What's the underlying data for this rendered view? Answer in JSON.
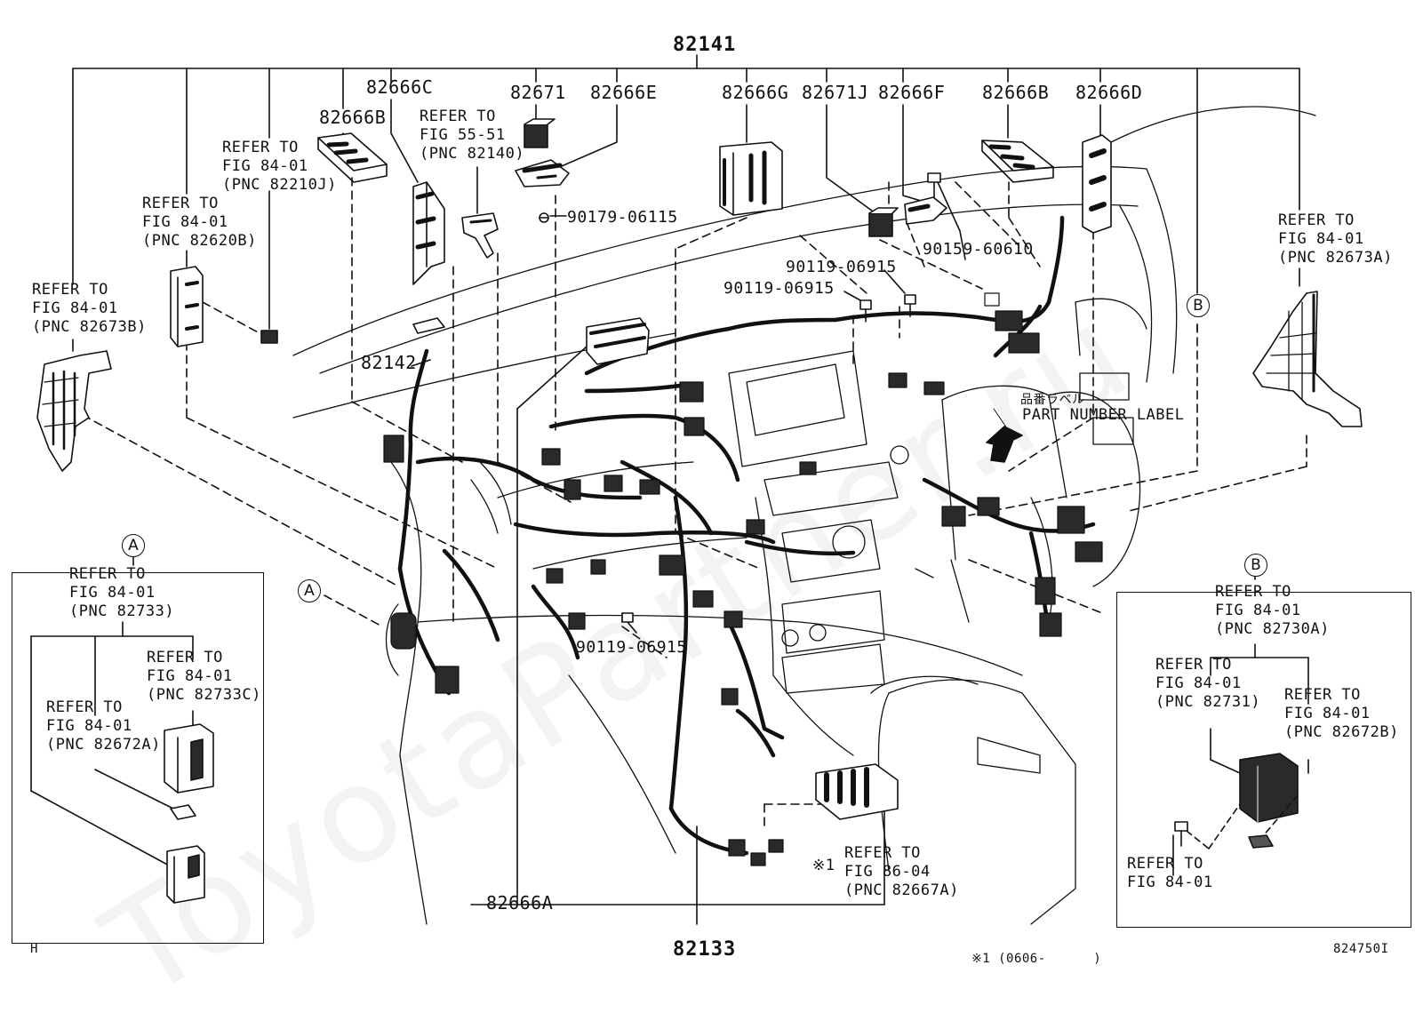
{
  "watermark": "ToyotaPartner.ru",
  "main_numbers": {
    "top_harness": "82141",
    "bottom_harness": "82133",
    "left_harness": "82142",
    "bottom_left": "82666A"
  },
  "parts_top": {
    "p82666C": "82666C",
    "p82666B_left": "82666B",
    "p82671": "82671",
    "p82666E": "82666E",
    "p82666G": "82666G",
    "p82671J": "82671J",
    "p82666F": "82666F",
    "p82666B_right": "82666B",
    "p82666D": "82666D"
  },
  "fasteners": {
    "f1": "90179-06115",
    "f2": "90159-60610",
    "f3": "90119-06915",
    "f4": "90119-06915",
    "f5": "90119-06915"
  },
  "refers": {
    "r_82210J": "REFER TO\nFIG 84-01\n(PNC 82210J)",
    "r_82620B": "REFER TO\nFIG 84-01\n(PNC 82620B)",
    "r_82673B": "REFER TO\nFIG 84-01\n(PNC 82673B)",
    "r_82140": "REFER TO\nFIG 55-51\n(PNC 82140)",
    "r_82673A": "REFER TO\nFIG 84-01\n(PNC 82673A)",
    "r_82667A": "REFER TO\nFIG 86-04\n(PNC 82667A)"
  },
  "inset_a": {
    "marker": "A",
    "r_82733": "REFER TO\nFIG 84-01\n(PNC 82733)",
    "r_82733C": "REFER TO\nFIG 84-01\n(PNC 82733C)",
    "r_82672A": "REFER TO\nFIG 84-01\n(PNC 82672A)"
  },
  "inset_b": {
    "marker": "B",
    "r_82730A": "REFER TO\nFIG 84-01\n(PNC 82730A)",
    "r_82731": "REFER TO\nFIG 84-01\n(PNC 82731)",
    "r_82672B": "REFER TO\nFIG 84-01\n(PNC 82672B)",
    "r_fig": "REFER TO\nFIG 84-01"
  },
  "markers": {
    "a_main": "A",
    "b_main": "B"
  },
  "label_jp": "品番ラベル",
  "label_en": "PART NUMBER LABEL",
  "note_mark": "※1",
  "note_bottom": "※1 (0606-      )",
  "corner_left": "H",
  "corner_right": "824750I"
}
